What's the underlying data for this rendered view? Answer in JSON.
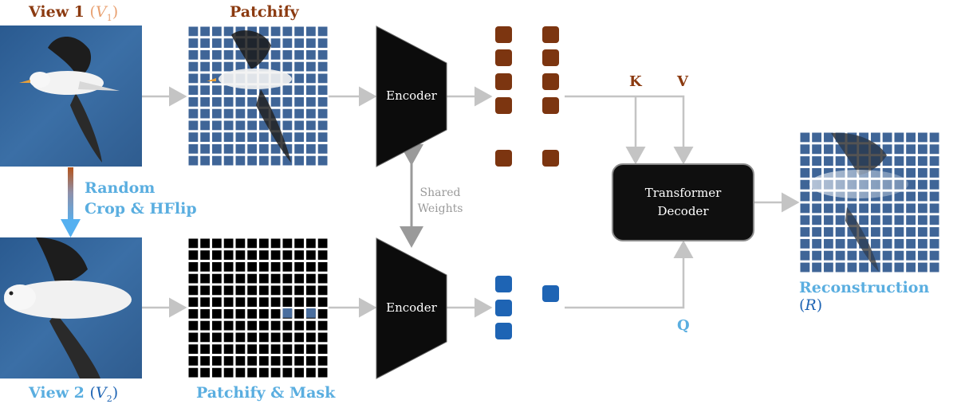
{
  "view1": {
    "label": "View 1",
    "symbol": "V",
    "sub": "1"
  },
  "view2": {
    "label": "View 2",
    "symbol": "V",
    "sub": "2"
  },
  "patchify_label": "Patchify",
  "patchify_mask_label": "Patchify & Mask",
  "augment": {
    "line1": "Random",
    "line2": "Crop & HFlip"
  },
  "encoder_top_label": "Encoder",
  "encoder_bottom_label": "Encoder",
  "shared_weights": {
    "line1": "Shared",
    "line2": "Weights"
  },
  "k_label": "K",
  "v_label": "V",
  "q_label": "Q",
  "decoder": {
    "line1": "Transformer",
    "line2": "Decoder"
  },
  "reconstruction": {
    "label": "Reconstruction",
    "symbol": "R"
  },
  "colors": {
    "brown": "#8b3a10",
    "blue_label": "#5aaee0",
    "token_brown": "#7c3510",
    "token_blue": "#1e64b4",
    "arrow_gray": "#c4c4c4",
    "patch_blue": "#3f6597",
    "encoder_black": "#0c0c0c"
  },
  "icons": [
    "bird-photo-view1",
    "bird-photo-view2",
    "patch-grid",
    "masked-patch-grid",
    "encoder-trapezoid",
    "decoder-box",
    "reconstruction-grid"
  ]
}
